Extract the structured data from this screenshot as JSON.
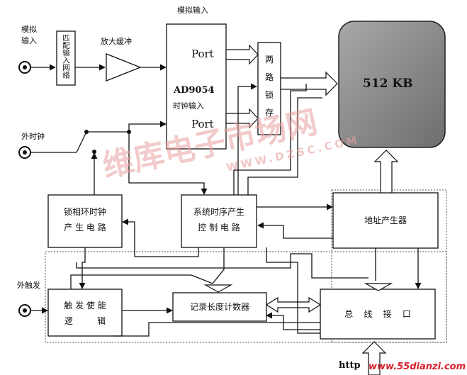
{
  "labels": {
    "analog_input_left": "模拟\n输入",
    "analog_input_top": "模拟输入",
    "matching_network": "匹配输入网络",
    "amplifier": "放大缓冲",
    "port_top": "Port",
    "port_bottom": "Port",
    "adc_chip": "AD9054",
    "clock_input": "时钟输入",
    "dual_latch": "两\n路\n锁\n存",
    "memory": "512 KB",
    "ext_clock": "外时钟",
    "pll_clock": "锁相环时钟\n产 生 电 路",
    "sys_timing": "系统时序产生\n控 制 电 路",
    "addr_gen": "地址产生器",
    "ext_trigger": "外触发",
    "trigger_logic": "触 发 使 能\n逻         辑",
    "record_counter": "记录长度计数器",
    "bus_interface": "总    线    接    口",
    "http": "http"
  },
  "watermarks": {
    "site_cn": "维库电子市场网",
    "site_url": "WWW.DZSC.COM",
    "site_bottom": "www.55dianzi.com"
  },
  "colors": {
    "memory_fill": "#8c8c8c",
    "line": "#111111",
    "watermark_red": "#e8a0a0",
    "watermark_bottom": "#d8202a"
  }
}
